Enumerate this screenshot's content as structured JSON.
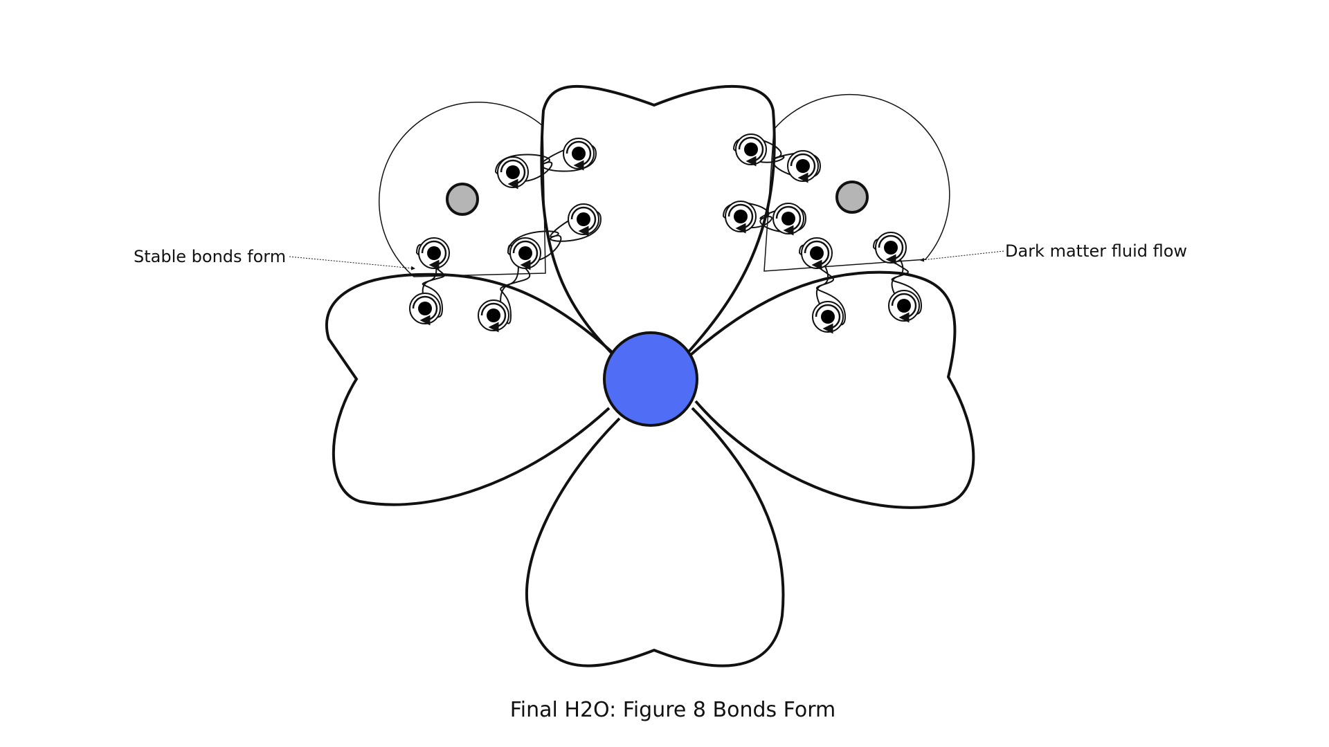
{
  "annotations": {
    "left_label": "Stable bonds form",
    "right_label": "Dark matter fluid flow"
  },
  "caption": "Final H2O: Figure 8 Bonds Form",
  "colors": {
    "center_atom": "#4f6ef5",
    "hydrogen_atom": "#b5b5b5",
    "line": "#111111",
    "electron": "#000000"
  }
}
